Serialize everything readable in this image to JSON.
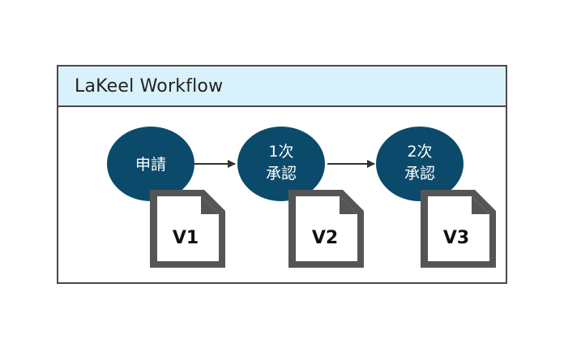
{
  "diagram": {
    "title": "LaKeel Workflow",
    "steps": [
      {
        "line1": "申請",
        "line2": ""
      },
      {
        "line1": "1次",
        "line2": "承認"
      },
      {
        "line1": "2次",
        "line2": "承認"
      }
    ],
    "documents": [
      "V1",
      "V2",
      "V3"
    ]
  },
  "colors": {
    "header_bg": "#d9f1fb",
    "node_fill": "#0b4a6b",
    "border": "#4a4a4a",
    "doc_frame": "#555555"
  }
}
